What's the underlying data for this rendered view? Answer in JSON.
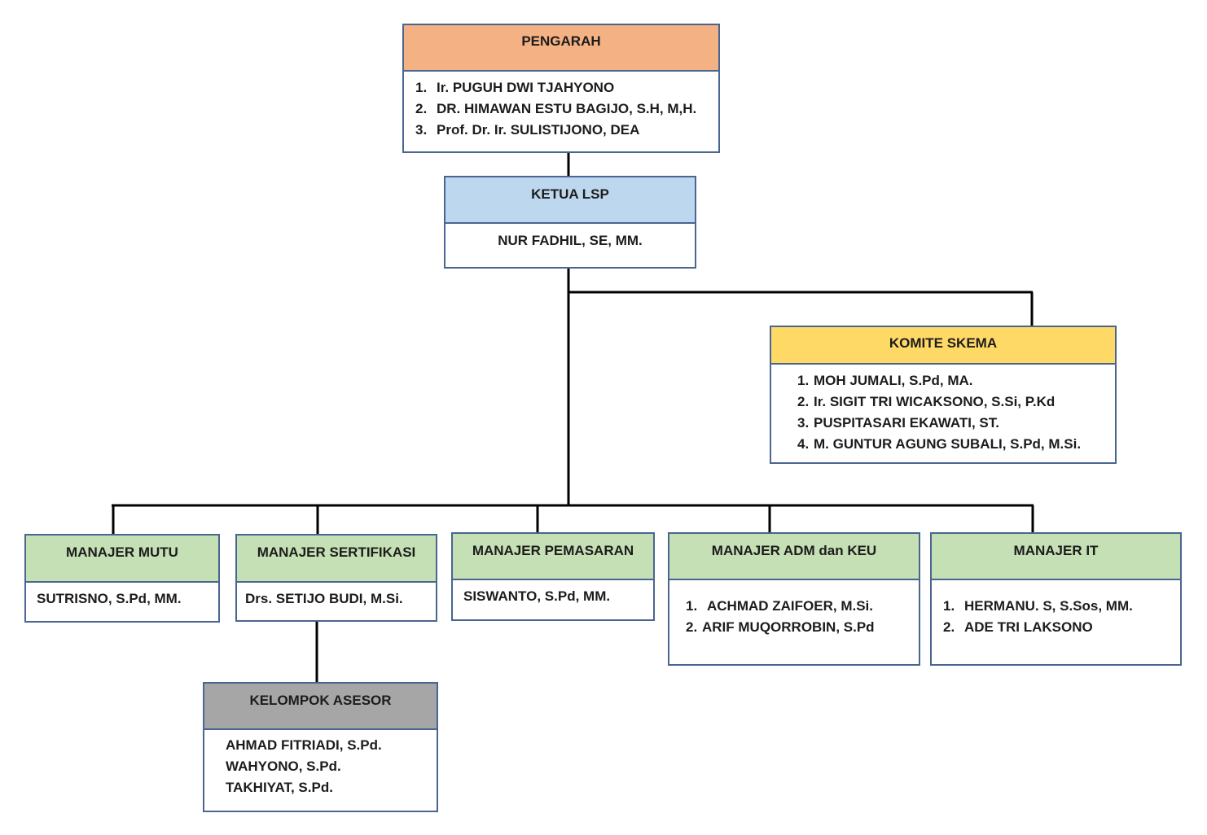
{
  "colors": {
    "border": "#4a6591",
    "line": "#000000",
    "pengarah_header": "#f4b183",
    "ketua_header": "#bdd7ee",
    "komite_header": "#ffd966",
    "manajer_header": "#c5e0b4",
    "asesor_header": "#a6a6a6"
  },
  "pengarah": {
    "title": "PENGARAH",
    "members": [
      {
        "num": "1.",
        "name": "Ir. PUGUH DWI TJAHYONO"
      },
      {
        "num": "2.",
        "name": "DR. HIMAWAN ESTU BAGIJO, S.H, M,H."
      },
      {
        "num": "3.",
        "name": "Prof. Dr. Ir. SULISTIJONO, DEA"
      }
    ]
  },
  "ketua": {
    "title": "KETUA LSP",
    "name": "NUR FADHIL, SE, MM."
  },
  "komite": {
    "title": "KOMITE SKEMA",
    "members": [
      {
        "num": "1.",
        "name": "MOH JUMALI, S.Pd, MA."
      },
      {
        "num": "2.",
        "name": "Ir. SIGIT TRI WICAKSONO, S.Si, P.Kd"
      },
      {
        "num": "3.",
        "name": "PUSPITASARI EKAWATI, ST."
      },
      {
        "num": "4.",
        "name": "M. GUNTUR AGUNG SUBALI, S.Pd, M.Si."
      }
    ]
  },
  "manajer_mutu": {
    "title": "MANAJER MUTU",
    "name": "SUTRISNO, S.Pd, MM."
  },
  "manajer_sertifikasi": {
    "title": "MANAJER SERTIFIKASI",
    "name": "Drs. SETIJO BUDI, M.Si."
  },
  "manajer_pemasaran": {
    "title": "MANAJER PEMASARAN",
    "name": "SISWANTO, S.Pd, MM."
  },
  "manajer_adm": {
    "title": "MANAJER ADM dan KEU",
    "members": [
      {
        "num": "1.",
        "name": "ACHMAD ZAIFOER, M.Si."
      },
      {
        "num": "2.",
        "name": "ARIF MUQORROBIN, S.Pd"
      }
    ]
  },
  "manajer_it": {
    "title": "MANAJER IT",
    "members": [
      {
        "num": "1.",
        "name": "HERMANU. S, S.Sos, MM."
      },
      {
        "num": "2.",
        "name": "ADE TRI LAKSONO"
      }
    ]
  },
  "asesor": {
    "title": "KELOMPOK ASESOR",
    "members": [
      "AHMAD FITRIADI, S.Pd.",
      "WAHYONO, S.Pd.",
      "TAKHIYAT, S.Pd."
    ]
  }
}
